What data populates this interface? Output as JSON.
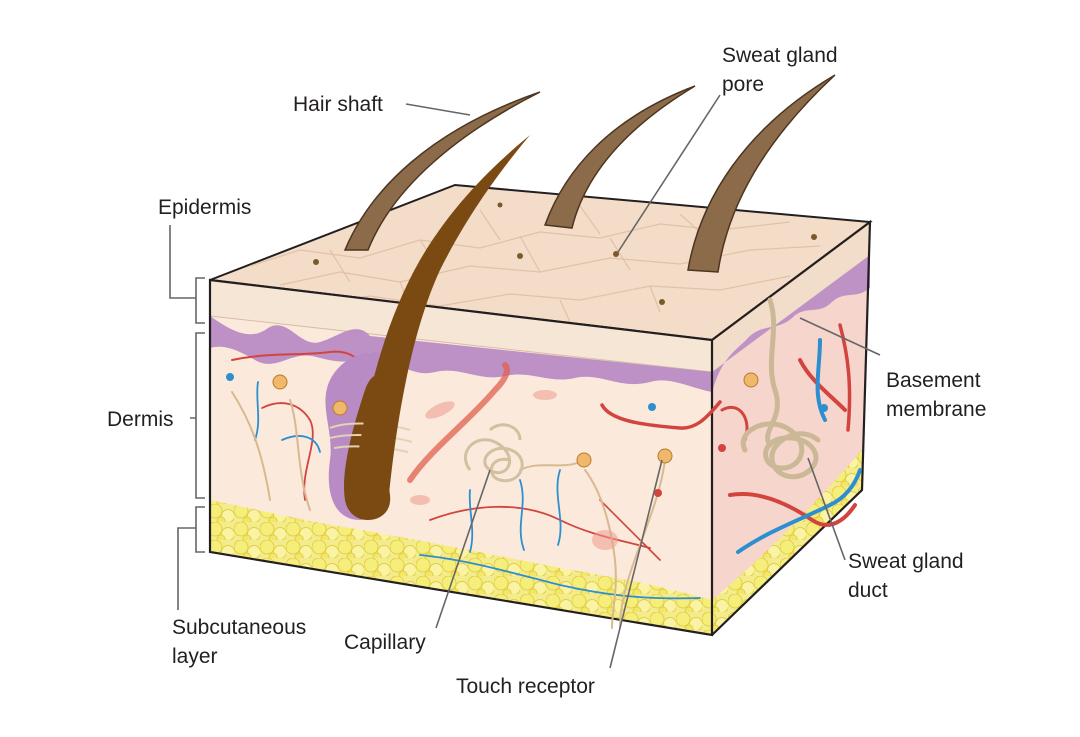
{
  "labels": {
    "hair_shaft": "Hair shaft",
    "sweat_gland_pore_1": "Sweat gland",
    "sweat_gland_pore_2": "pore",
    "epidermis": "Epidermis",
    "dermis": "Dermis",
    "basement_membrane_1": "Basement",
    "basement_membrane_2": "membrane",
    "sweat_gland_duct_1": "Sweat gland",
    "sweat_gland_duct_2": "duct",
    "subcutaneous_1": "Subcutaneous",
    "subcutaneous_2": "layer",
    "capillary": "Capillary",
    "touch_receptor": "Touch receptor"
  },
  "colors": {
    "epidermis_top": "#f3dcc8",
    "epidermis_side": "#f6e6d6",
    "basement": "#b98bc4",
    "dermis": "#fbe9dc",
    "dermis_right": "#f6d5cc",
    "fat": "#f1e56a",
    "hair": "#7a4a12",
    "artery": "#d2453e",
    "vein": "#2d8fd0",
    "nerve": "#d8b990",
    "outline": "#231f20"
  }
}
